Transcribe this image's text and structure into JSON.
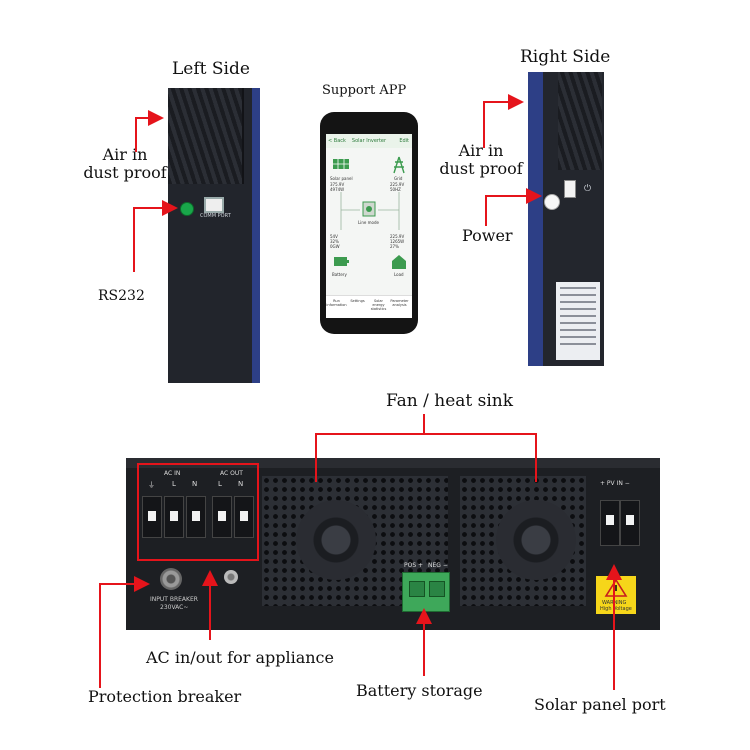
{
  "headings": {
    "left_side": "Left Side",
    "support_app": "Support APP",
    "right_side": "Right Side",
    "fan_heat_sink": "Fan / heat sink"
  },
  "callouts": {
    "air_in_left": "Air in\ndust proof",
    "rs232": "RS232",
    "air_in_right": "Air in\ndust proof",
    "power": "Power",
    "ac_in_out": "AC in/out for appliance",
    "protection_breaker": "Protection breaker",
    "battery_storage": "Battery storage",
    "solar_panel_port": "Solar panel port"
  },
  "left_unit": {
    "port_label": "COMM PORT"
  },
  "phone_app": {
    "back": "< Back",
    "title": "Solar Inverter",
    "edit": "Edit",
    "solar_panel": "Solar panel",
    "solar_values": "375.9V\n4974W",
    "grid": "Grid",
    "grid_values": "225.9V\n50HZ",
    "line_mode": "Line mode",
    "battery": "Battery",
    "battery_values": "54V\n32%\n0GW",
    "load": "Load",
    "load_values": "225.9V\n1265W\n27%",
    "tabs": [
      "Run information",
      "Settings",
      "Solar energy statistics",
      "Parameter analysis"
    ]
  },
  "panel": {
    "ac_in": "AC IN",
    "ac_out": "AC OUT",
    "terminals": [
      "⏚",
      "L",
      "N",
      "L",
      "N"
    ],
    "input_breaker": "INPUT BREAKER",
    "breaker_rating": "230VAC~",
    "pos": "POS +",
    "neg": "NEG −",
    "pv_in": "+ PV IN −",
    "warning": "WARNING",
    "high_voltage": "High Voltage"
  },
  "colors": {
    "callout_red": "#e5141b",
    "unit_body": "#22252c",
    "unit_blue": "#2d3f86",
    "terminal_green": "#3ea85a",
    "warning_yellow": "#f6d61a"
  }
}
